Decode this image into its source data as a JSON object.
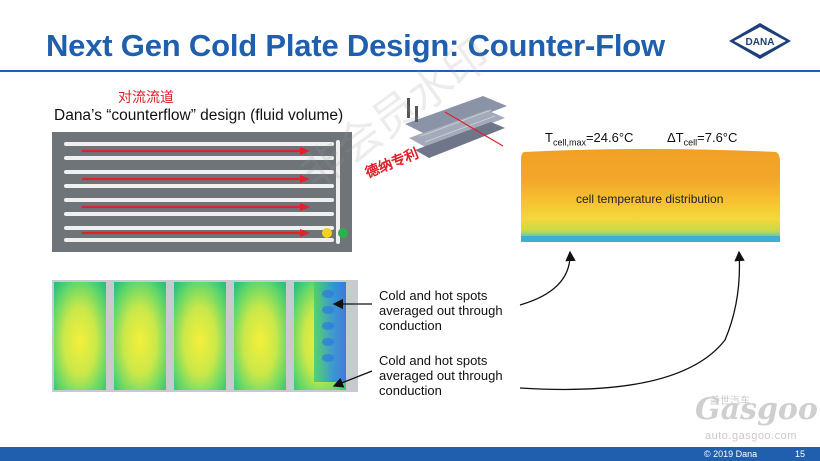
{
  "slide": {
    "title": "Next Gen Cold Plate Design: Counter-Flow",
    "logo_text": "DANA",
    "label_channel_cn": "对流流道",
    "subtitle": "Dana’s “counterflow” design (fluid volume)",
    "label_patent_cn": "德纳专利",
    "temp_max_prefix": "T",
    "temp_max_sub": "cell,max",
    "temp_max_value": "=24.6°C",
    "temp_delta_prefix": "ΔT",
    "temp_delta_sub": "cell",
    "temp_delta_value": "=7.6°C",
    "cell_label": "cell temperature distribution",
    "note_1": "Cold and hot spots averaged out through conduction",
    "note_2": "Cold and hot spots averaged out through conduction",
    "copyright": "© 2019 Dana",
    "page_number": "15"
  },
  "watermark": {
    "diagonal_cn": "非会员水印",
    "brand": "Gasgoo",
    "brand_cn": "盖世汽车",
    "url": "auto.gasgoo.com"
  },
  "colors": {
    "title_blue": "#1f5fae",
    "accent_red": "#e0202a",
    "plate_grey": "#6f7479"
  }
}
